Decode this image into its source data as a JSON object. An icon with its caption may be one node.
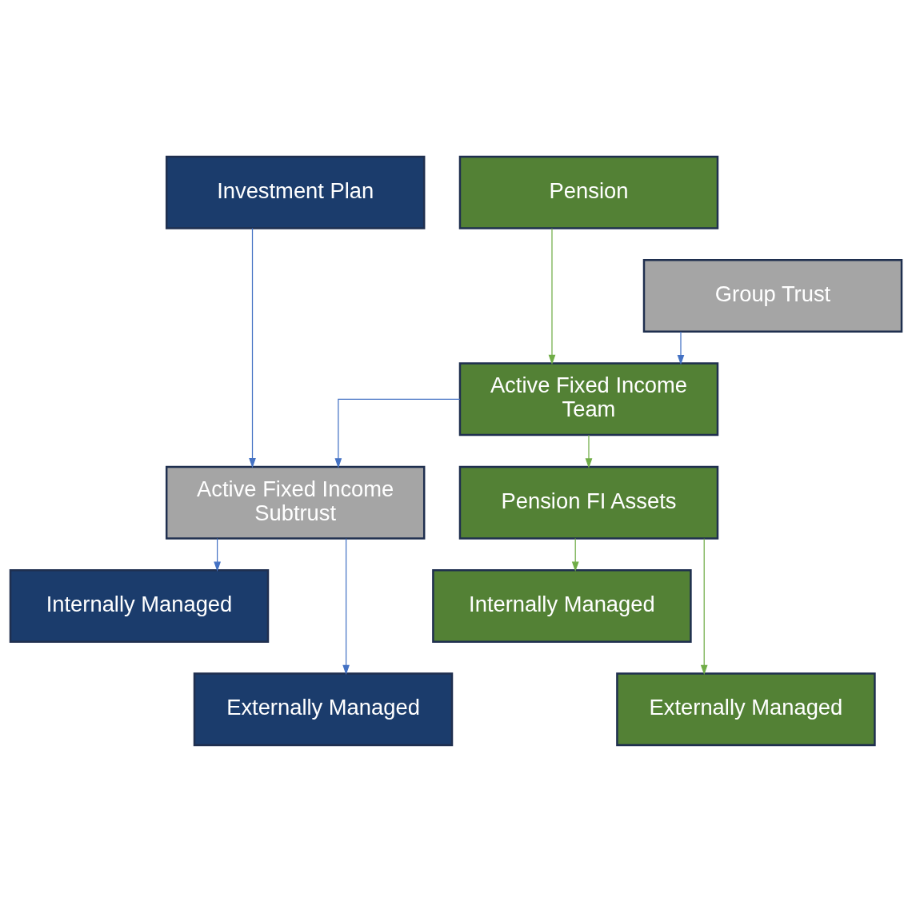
{
  "diagram": {
    "nodes": [
      {
        "text": [
          "Investment Plan"
        ]
      },
      {
        "text": [
          "Pension"
        ]
      },
      {
        "text": [
          "Group Trust"
        ]
      },
      {
        "text": [
          "Active Fixed Income Team"
        ]
      },
      {
        "text": [
          "Active Fixed Income Subtrust"
        ]
      },
      {
        "text": [
          "Pension FI Assets"
        ]
      },
      {
        "text": [
          "Internally Managed"
        ]
      },
      {
        "text": [
          "Externally Managed"
        ]
      },
      {
        "text": [
          "Internally Managed"
        ]
      },
      {
        "text": [
          "Externally Managed"
        ]
      }
    ],
    "edges": [
      {
        "from": 0,
        "to": 4,
        "arrow": "to"
      },
      {
        "from": 1,
        "to": 3,
        "arrow": "to",
        "color": "#70ad47"
      },
      {
        "from": 2,
        "to": 3,
        "arrow": "to"
      },
      {
        "from": 3,
        "to": 4,
        "arrow": "to"
      },
      {
        "from": 3,
        "to": 5,
        "arrow": "to",
        "color": "#70ad47"
      },
      {
        "from": 4,
        "to": 6,
        "arrow": "to"
      },
      {
        "from": 4,
        "to": 7,
        "arrow": "to"
      },
      {
        "from": 5,
        "to": 8,
        "arrow": "to",
        "color": "#70ad47"
      },
      {
        "from": 5,
        "to": 9,
        "arrow": "to",
        "color": "#70ad47"
      }
    ]
  }
}
